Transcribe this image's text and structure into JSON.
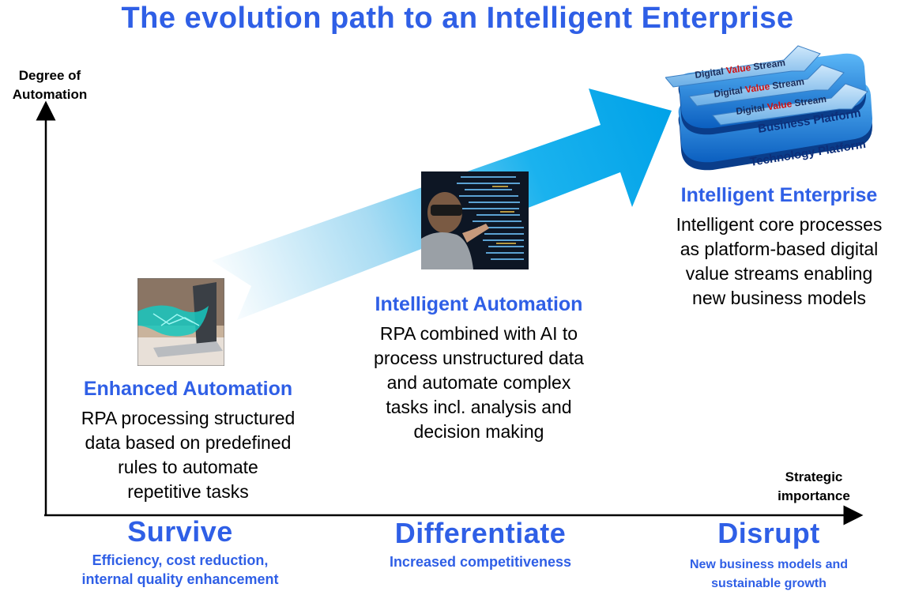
{
  "title": "The evolution path to an Intelligent Enterprise",
  "axes": {
    "y_label_line1": "Degree of",
    "y_label_line2": "Automation",
    "x_label_line1": "Strategic",
    "x_label_line2": "importance"
  },
  "stages": [
    {
      "title": "Enhanced Automation",
      "lines": [
        "RPA processing structured",
        "data based on predefined",
        "rules to automate",
        "repetitive tasks"
      ]
    },
    {
      "title": "Intelligent Automation",
      "lines": [
        "RPA combined with AI to",
        "process unstructured data",
        "and automate complex",
        "tasks incl. analysis and",
        "decision making"
      ]
    },
    {
      "title": "Intelligent Enterprise",
      "lines": [
        "Intelligent core processes",
        "as platform-based digital",
        "value streams enabling",
        "new business models"
      ]
    }
  ],
  "phases": [
    {
      "title": "Survive",
      "sub1": "Efficiency, cost reduction,",
      "sub2": "internal quality enhancement"
    },
    {
      "title": "Differentiate",
      "sub1": "Increased competitiveness"
    },
    {
      "title": "Disrupt",
      "sub1": "New business models and",
      "sub2": "sustainable growth"
    }
  ],
  "platform_graphic": {
    "stream_prefix": "Digital",
    "stream_highlight": "Value",
    "stream_suffix": "Stream",
    "business_platform": "Business Platform",
    "technology_platform": "Technology Platform"
  },
  "colors": {
    "accent_blue": "#2f5fe6",
    "arrow_blue": "#0aa6ea",
    "platform_blue": "#1f8fe0",
    "value_red": "#d01010"
  },
  "icons": [
    "hand-laptop-image",
    "vr-person-code-image",
    "platform-stack-graphic"
  ]
}
